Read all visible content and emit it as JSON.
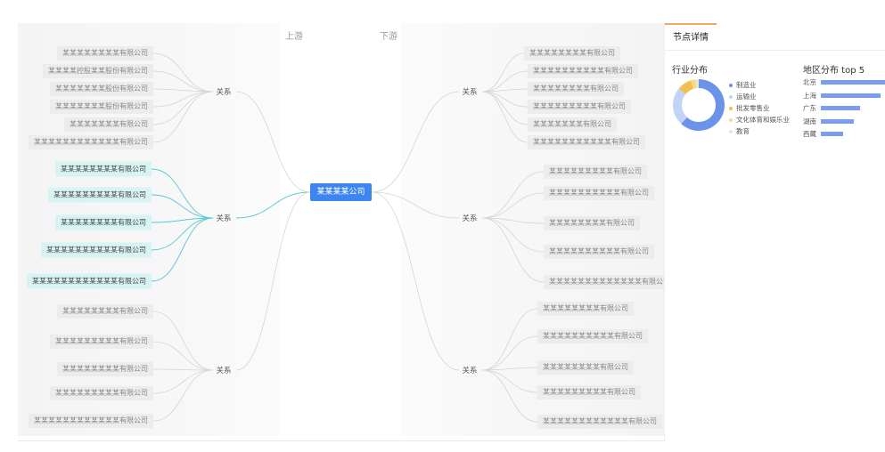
{
  "graph": {
    "upstream_label": "上游",
    "downstream_label": "下游",
    "center": "某某某某公司",
    "upstream_groups": [
      {
        "relation": "关系",
        "highlighted": false,
        "nodes": [
          "某某某某某某某某有限公司",
          "某某某某控股某某股份有限公司",
          "某某某某某某某股份有限公司",
          "某某某某某某某股份有限公司",
          "某某某某某某某有限公司",
          "某某某某某某某某某某某某有限公司"
        ]
      },
      {
        "relation": "关系",
        "highlighted": true,
        "nodes": [
          "某某某某某某某某有限公司",
          "某某某某某某某某某有限公司",
          "某某某某某某某某有限公司",
          "某某某某某某某某某某有限公司",
          "某某某某某某某某某某某某有限公司"
        ]
      },
      {
        "relation": "关系",
        "highlighted": false,
        "nodes": [
          "某某某某某某某某有限公司",
          "某某某某某某某某某有限公司",
          "某某某某某某某某有限公司",
          "某某某某某某某某某有限公司",
          "某某某某某某某某某某某某有限公司"
        ]
      }
    ],
    "downstream_groups": [
      {
        "relation": "关系",
        "nodes": [
          "某某某某某某某某有限公司",
          "某某某某某某某某某某有限公司",
          "某某某某某某某某有限公司",
          "某某某某某某某某某有限公司",
          "某某某某某某某有限公司",
          "某某某某某某某某某某某有限公司"
        ]
      },
      {
        "relation": "关系",
        "nodes": [
          "某某某某某某某某某有限公司",
          "某某某某某某某某某某有限公司",
          "某某某某某某某某有限公司",
          "某某某某某某某某某某有限公司",
          "某某某某某某某某某某某某某有限公司"
        ]
      },
      {
        "relation": "关系",
        "nodes": [
          "某某某某某某某某有限公司",
          "某某某某某某某某某某有限公司",
          "某某某某某某某某有限公司",
          "某某某某某某某某某有限公司",
          "某某某某某某某某某某某某有限公司"
        ]
      }
    ],
    "colors": {
      "center": "#3d86f0",
      "highlight_edge": "#5bc8d0",
      "edge": "#d4d4d8",
      "highlight_fill": "#d8f3f3"
    }
  },
  "detail": {
    "tab_label": "节点详情",
    "industry": {
      "title": "行业分布",
      "items": [
        {
          "name": "制造业",
          "value": 62,
          "color": "#6b93ea"
        },
        {
          "name": "运输业",
          "value": 24,
          "color": "#c2d3f7"
        },
        {
          "name": "批发零售业",
          "value": 9,
          "color": "#f2bd57"
        },
        {
          "name": "文化体育和娱乐业",
          "value": 3,
          "color": "#f5dd7a"
        },
        {
          "name": "教育",
          "value": 2,
          "color": "#e5e5e8"
        }
      ]
    },
    "region": {
      "title": "地区分布 top 5",
      "items": [
        {
          "name": "北京",
          "value": 100
        },
        {
          "name": "上海",
          "value": 92
        },
        {
          "name": "广东",
          "value": 60
        },
        {
          "name": "湖南",
          "value": 50
        },
        {
          "name": "西藏",
          "value": 34
        }
      ]
    }
  }
}
